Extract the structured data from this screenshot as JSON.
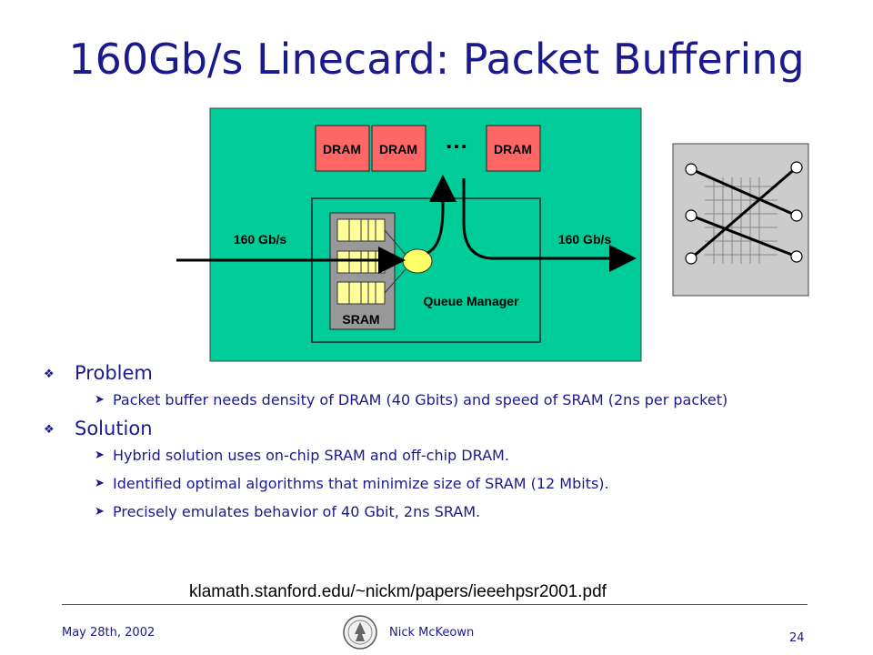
{
  "title": "160Gb/s Linecard: Packet Buffering",
  "diagram": {
    "dram_labels": [
      "DRAM",
      "DRAM",
      "DRAM"
    ],
    "ellipsis": "…",
    "rate_in": "160 Gb/s",
    "rate_out": "160 Gb/s",
    "sram_label": "SRAM",
    "queue_manager_label": "Queue Manager",
    "colors": {
      "linecard": "#00cc99",
      "dram": "#ff6666",
      "sram_box": "#999999",
      "queue_cell": "#ffff99",
      "queue_manager_dot": "#ffff66",
      "switch": "#cccccc"
    }
  },
  "bullets": [
    {
      "heading": "Problem",
      "items": [
        "Packet buffer needs density of DRAM (40 Gbits) and speed of SRAM (2ns per packet)"
      ]
    },
    {
      "heading": "Solution",
      "items": [
        "Hybrid solution uses on-chip SRAM and off-chip DRAM.",
        "Identified optimal algorithms that minimize size of SRAM (12 Mbits).",
        "Precisely emulates behavior of 40 Gbit, 2ns SRAM."
      ]
    }
  ],
  "reference_url": "klamath.stanford.edu/~nickm/papers/ieeehpsr2001.pdf",
  "footer": {
    "date": "May 28th, 2002",
    "author": "Nick McKeown",
    "page": "24"
  },
  "icons": {
    "top_bullet": "diamond-bullet-icon",
    "sub_bullet": "arrowhead-bullet-icon",
    "logo": "stanford-seal-icon"
  }
}
